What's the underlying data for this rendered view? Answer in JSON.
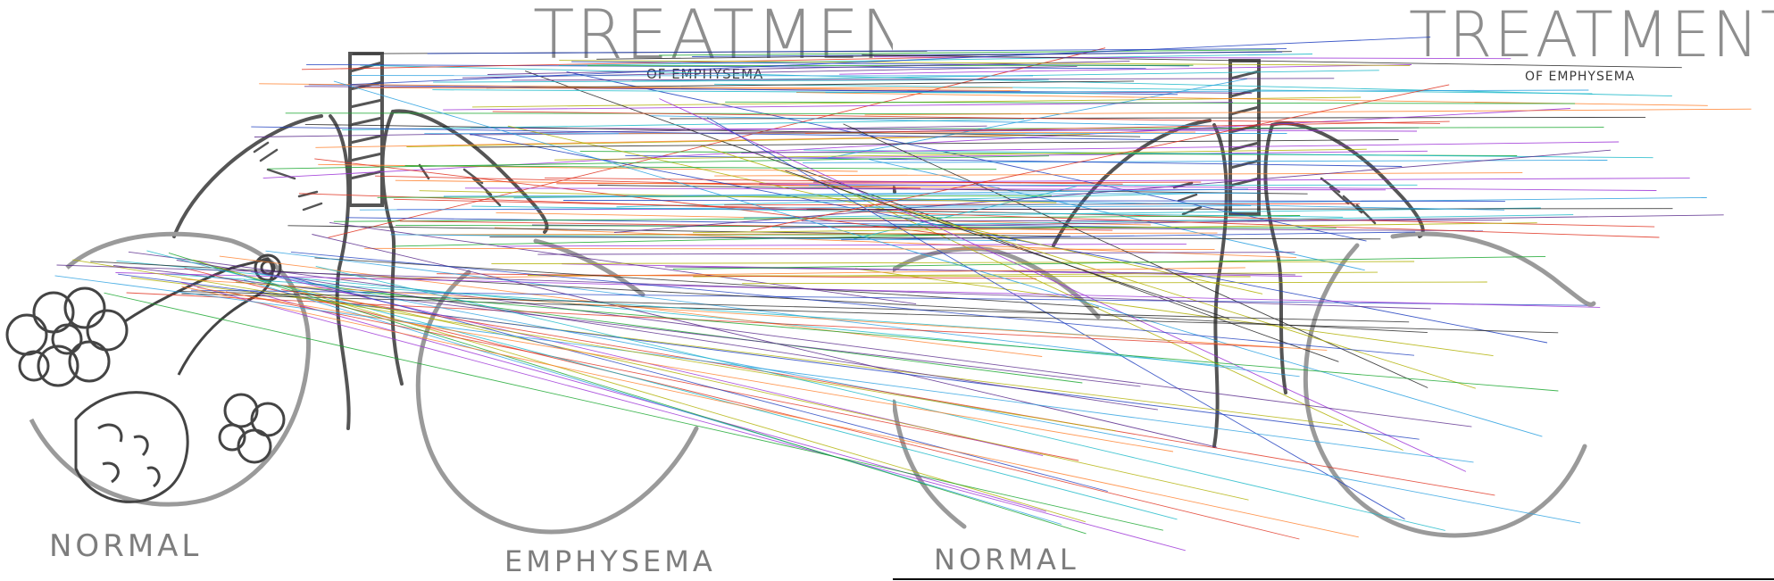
{
  "left_image": {
    "title": "TREATMENT",
    "subtitle": "OF EMPHYSEMA",
    "labels": [
      "NORMAL",
      "EMPHYSEMA"
    ]
  },
  "right_image": {
    "title": "TREATMENT",
    "subtitle": "OF EMPHYSEMA",
    "labels": [
      "NORMAL"
    ]
  },
  "match_colors": [
    "#e0301e",
    "#1f3fbf",
    "#14a52a",
    "#9b2fd6",
    "#19b8c8",
    "#b0b000",
    "#222222",
    "#ff7f2a",
    "#5a2b8c",
    "#2aa0e0"
  ]
}
